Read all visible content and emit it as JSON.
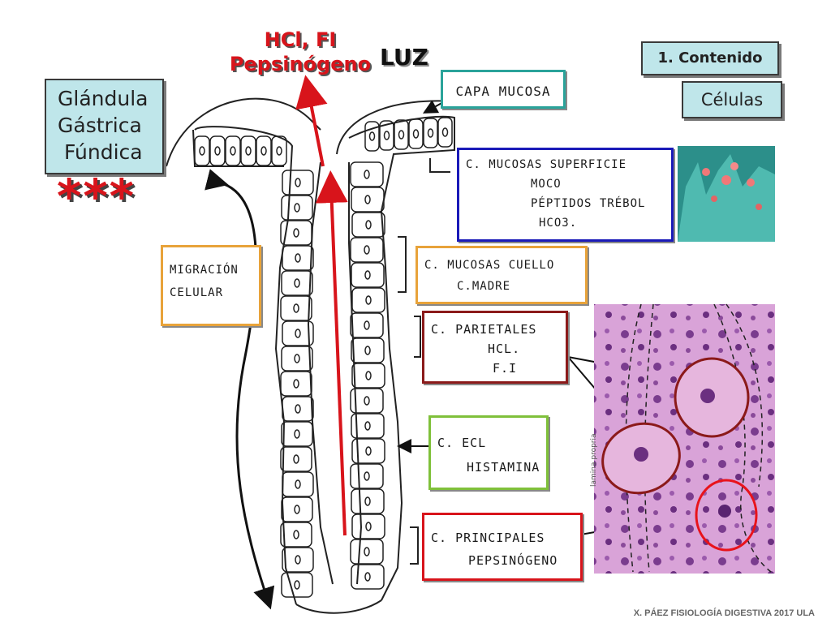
{
  "top_label": {
    "line1": "HCl, FI",
    "line2": "Pepsinógeno"
  },
  "luz": "LUZ",
  "contenido": "1. Contenido",
  "celulas": "Células",
  "glandula": {
    "line1": "Glándula",
    "line2": "Gástrica",
    "line3": "Fúndica"
  },
  "stars": "***",
  "capa_mucosa": "CAPA MUCOSA",
  "superficie": {
    "title": "C. MUCOSAS SUPERFICIE",
    "l1": "MOCO",
    "l2": "PÉPTIDOS TRÉBOL",
    "l3": "HCO3."
  },
  "cuello": {
    "title": "C. MUCOSAS CUELLO",
    "l1": "C.MADRE"
  },
  "migracion": {
    "l1": "MIGRACIÓN",
    "l2": "CELULAR"
  },
  "parietales": {
    "title": "C. PARIETALES",
    "l1": "HCL.",
    "l2": "F.I"
  },
  "ecl": {
    "title": "C. ECL",
    "l1": "HISTAMINA"
  },
  "principales": {
    "title": "C. PRINCIPALES",
    "l1": "PEPSINÓGENO"
  },
  "micro_label": "lamina propria",
  "footer": "X. PÁEZ   FISIOLOGÍA DIGESTIVA 2017  ULA",
  "colors": {
    "red": "#d8141b",
    "blue": "#1a1ab8",
    "orange": "#e8a33a",
    "maroon": "#8b1a1a",
    "green": "#7fc03a",
    "teal": "#bfe6ea"
  }
}
